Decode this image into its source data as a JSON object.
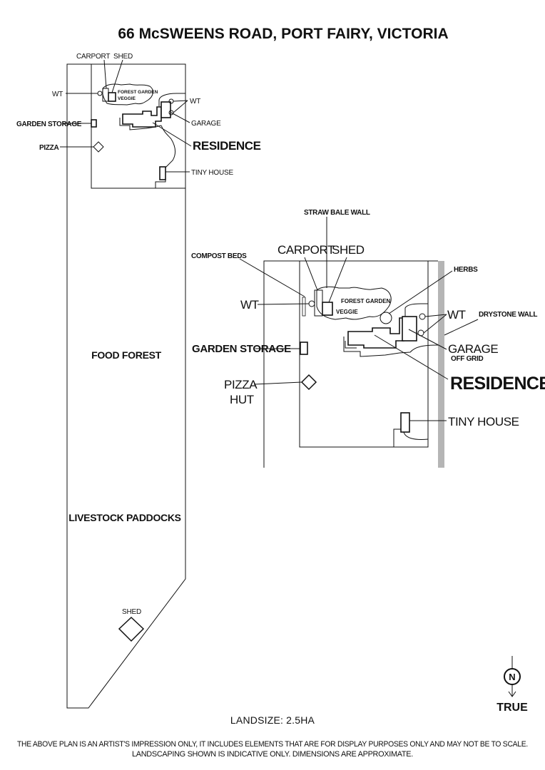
{
  "title": "66 McSWEENS ROAD, PORT FAIRY, VICTORIA",
  "overview": {
    "carport": "CARPORT",
    "shed_top": "SHED",
    "forest_garden": "FOREST GARDEN",
    "veggie": "VEGGIE",
    "wt_left": "WT",
    "wt_right": "WT",
    "garage": "GARAGE",
    "garden_storage": "GARDEN STORAGE",
    "pizza": "PIZZA",
    "residence": "RESIDENCE",
    "tiny_house": "TINY HOUSE",
    "food_forest": "FOOD FOREST",
    "livestock_paddocks": "LIVESTOCK PADDOCKS",
    "shed_bottom": "SHED"
  },
  "detail": {
    "straw_bale_wall": "STRAW BALE WALL",
    "compost_beds": "COMPOST BEDS",
    "carport": "CARPORT",
    "shed": "SHED",
    "herbs": "HERBS",
    "wt_left": "WT",
    "forest_garden": "FOREST GARDEN",
    "veggie": "VEGGIE",
    "wt_right": "WT",
    "drystone_wall": "DRYSTONE WALL",
    "garden_storage": "GARDEN STORAGE",
    "garage": "GARAGE",
    "off_grid": "OFF GRID",
    "pizza_line1": "PIZZA",
    "pizza_line2": "HUT",
    "residence": "RESIDENCE",
    "tiny_house": "TINY HOUSE"
  },
  "compass": {
    "letter": "N",
    "label": "TRUE"
  },
  "landsize": "LANDSIZE: 2.5HA",
  "disclaimer_line1": "THE ABOVE PLAN IS AN ARTIST'S IMPRESSION ONLY, IT INCLUDES ELEMENTS THAT ARE FOR DISPLAY PURPOSES ONLY AND MAY NOT BE TO SCALE.",
  "disclaimer_line2": "LANDSCAPING SHOWN IS INDICATIVE ONLY. DIMENSIONS ARE APPROXIMATE.",
  "colors": {
    "ink": "#111111",
    "wall": "#b5b5b5",
    "paper": "#ffffff"
  }
}
